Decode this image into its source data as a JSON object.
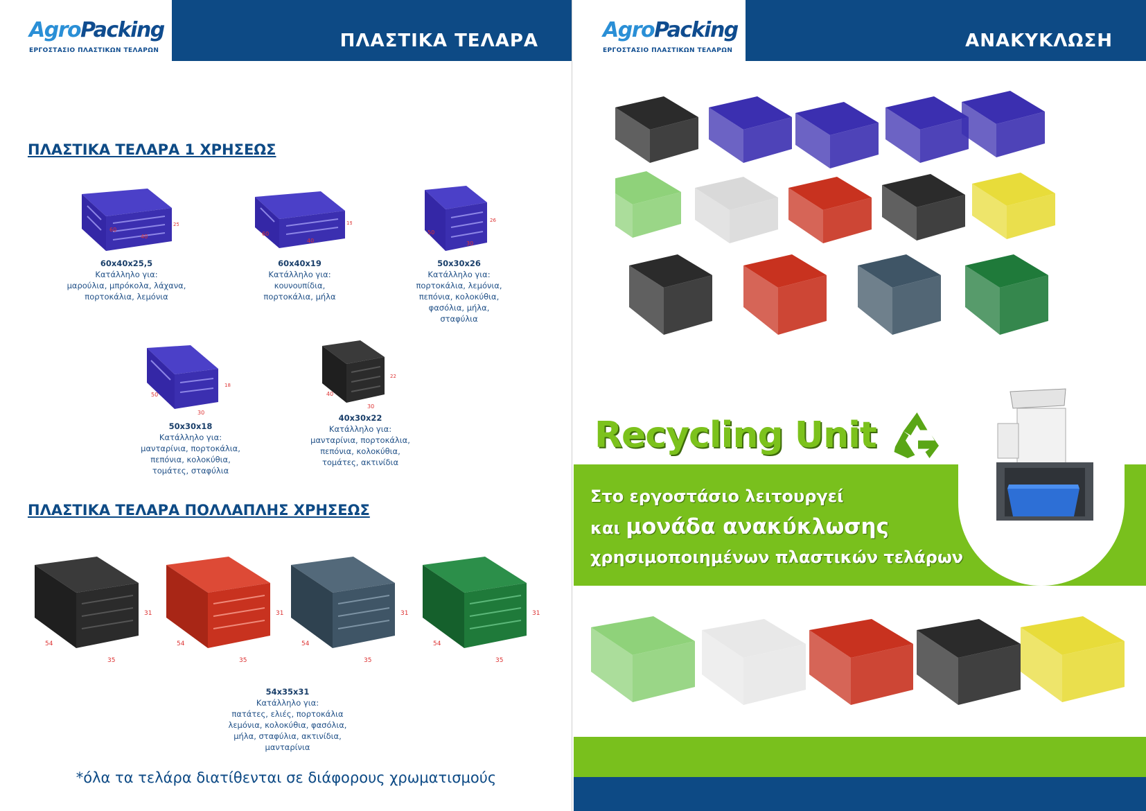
{
  "brand": {
    "logo_agro": "Agro",
    "logo_packing": "Packing",
    "tagline": "ΕΡΓΟΣΤΑΣΙΟ ΠΛΑΣΤΙΚΩΝ ΤΕΛΑΡΩΝ"
  },
  "left": {
    "header_title": "ΠΛΑΣΤΙΚΑ ΤΕΛΑΡΑ",
    "section_single": "ΠΛΑΣΤΙΚΑ ΤΕΛΑΡΑ 1 ΧΡΗΣΕΩΣ",
    "section_multi": "ΠΛΑΣΤΙΚΑ ΤΕΛΑΡΑ ΠΟΛΛΑΠΛΗΣ ΧΡΗΣΕΩΣ",
    "suitable_label": "Κατάλληλο για:",
    "products": [
      {
        "size": "60x40x25,5",
        "desc1": "μαρούλια, μπρόκολα, λάχανα,",
        "desc2": "πορτοκάλια, λεμόνια",
        "desc3": "",
        "desc4": "",
        "dim_a": "60",
        "dim_b": "40",
        "dim_h": "25,5"
      },
      {
        "size": "60x40x19",
        "desc1": "κουνουπίδια,",
        "desc2": "πορτοκάλια, μήλα",
        "desc3": "",
        "desc4": "",
        "dim_a": "60",
        "dim_b": "40",
        "dim_h": "19"
      },
      {
        "size": "50x30x26",
        "desc1": "πορτοκάλια, λεμόνια,",
        "desc2": "πεπόνια, κολοκύθια,",
        "desc3": "φασόλια, μήλα,",
        "desc4": "σταφύλια",
        "dim_a": "50",
        "dim_b": "30",
        "dim_h": "26"
      },
      {
        "size": "50x30x18",
        "desc1": "μανταρίνια, πορτοκάλια,",
        "desc2": "πεπόνια, κολοκύθια,",
        "desc3": "τομάτες, σταφύλια",
        "desc4": "",
        "dim_a": "50",
        "dim_b": "30",
        "dim_h": "18"
      },
      {
        "size": "40x30x22",
        "desc1": "μανταρίνια, πορτοκάλια,",
        "desc2": "πεπόνια, κολοκύθια,",
        "desc3": "τομάτες, ακτινίδια",
        "desc4": "",
        "dim_a": "40",
        "dim_b": "30",
        "dim_h": "22"
      }
    ],
    "multi": {
      "size": "54x35x31",
      "desc1": "πατάτες, ελιές, πορτοκάλια",
      "desc2": "λεμόνια, κολοκύθια, φασόλια,",
      "desc3": "μήλα, σταφύλια, ακτινίδια,",
      "desc4": "μανταρίνια",
      "dim_a": "54",
      "dim_b": "35",
      "dim_h": "31"
    },
    "bottom_note": "*όλα τα τελάρα διατίθενται σε διάφορους χρωματισμούς"
  },
  "right": {
    "header_title": "ΑΝΑΚΥΚΛΩΣΗ",
    "recycling_title": "Recycling Unit",
    "line1": "Στο εργοστάσιο λειτουργεί",
    "line2_small": "και",
    "line2_big": "μονάδα ανακύκλωσης",
    "line3": "χρησιμοποιημένων πλαστικών τελάρων"
  },
  "colors": {
    "brand_blue": "#0d4a85",
    "crate_blue": "#3b2fb0",
    "crate_black": "#2b2b2b",
    "crate_red": "#c8321f",
    "crate_slate": "#3f5566",
    "crate_green": "#1f7a3a",
    "crate_lightgreen": "#8fd27a",
    "crate_white": "#e8e8e8",
    "crate_yellow": "#e8dc3a",
    "recycle_green": "#79c01d"
  }
}
